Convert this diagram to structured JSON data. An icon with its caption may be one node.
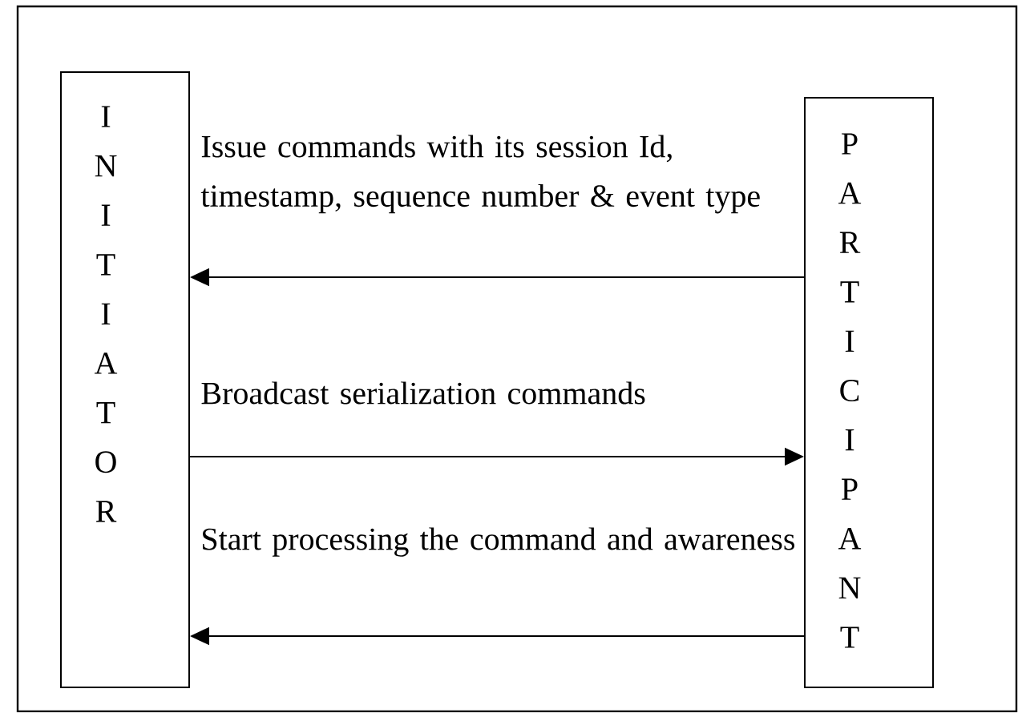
{
  "diagram": {
    "nodes": [
      {
        "text": [
          "INITIATOR"
        ]
      },
      {
        "text": [
          "PARTICIPANT"
        ]
      }
    ],
    "edges": [
      {
        "from": 1,
        "to": 0,
        "arrow": "to",
        "label": "Issue commands with its session Id, timestamp, sequence number & event type"
      },
      {
        "from": 0,
        "to": 1,
        "arrow": "to",
        "label": "Broadcast serialization commands"
      },
      {
        "from": 1,
        "to": 0,
        "arrow": "to",
        "label": "Start processing the command and awareness"
      }
    ]
  }
}
